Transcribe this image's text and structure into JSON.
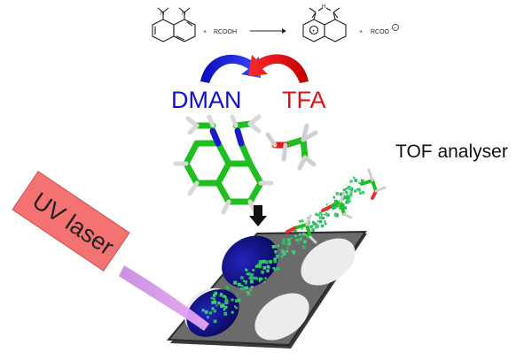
{
  "reaction": {
    "plus1": "+",
    "acid": "RCOOH",
    "plus2": "+",
    "anion": "RCOO",
    "h_label": "H",
    "charge_plus": "+",
    "charge_minus": "−"
  },
  "labels": {
    "dman": "DMAN",
    "tfa": "TFA",
    "tof": "TOF analyser",
    "uv_laser": "UV laser"
  },
  "colors": {
    "dman": "#1010d0",
    "tfa": "#e01010",
    "laser_box": "#f36a6a",
    "laser_beam": "#d58be8",
    "plate": "#6a6a6a",
    "sample_blue": "#10108a",
    "ion_green": "#44d47a",
    "carbon": "#2ecc2e",
    "hydrogen": "#e8e8e8"
  },
  "icons": {
    "arrow_blue": "curved-arrow-blue",
    "arrow_red": "curved-arrow-red",
    "down_arrow": "down-arrow"
  }
}
